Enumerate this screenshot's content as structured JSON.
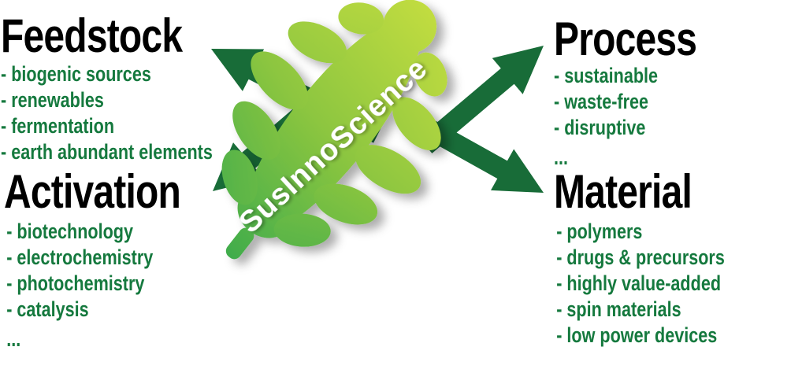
{
  "brand": {
    "name": "SusInnoScience"
  },
  "colors": {
    "heading": "#000000",
    "list": "#15793e",
    "arrow": "#186c38",
    "leaf_light": "#c3dd3f",
    "leaf_mid": "#8dc63f",
    "leaf_dark": "#3dab4c",
    "logo_text": "#ffffff"
  },
  "quadrants": [
    {
      "id": "feedstock",
      "title": "Feedstock",
      "items": [
        "- biogenic sources",
        "- renewables",
        "- fermentation",
        "- earth abundant elements"
      ]
    },
    {
      "id": "process",
      "title": "Process",
      "items": [
        "- sustainable",
        "- waste-free",
        "- disruptive",
        "..."
      ]
    },
    {
      "id": "activation",
      "title": "Activation",
      "items": [
        "- biotechnology",
        "- electrochemistry",
        "- photochemistry",
        "- catalysis",
        "..."
      ]
    },
    {
      "id": "material",
      "title": "Material",
      "items": [
        "- polymers",
        "- drugs & precursors",
        "- highly value-added",
        "- spin materials",
        "- low power devices"
      ]
    }
  ]
}
